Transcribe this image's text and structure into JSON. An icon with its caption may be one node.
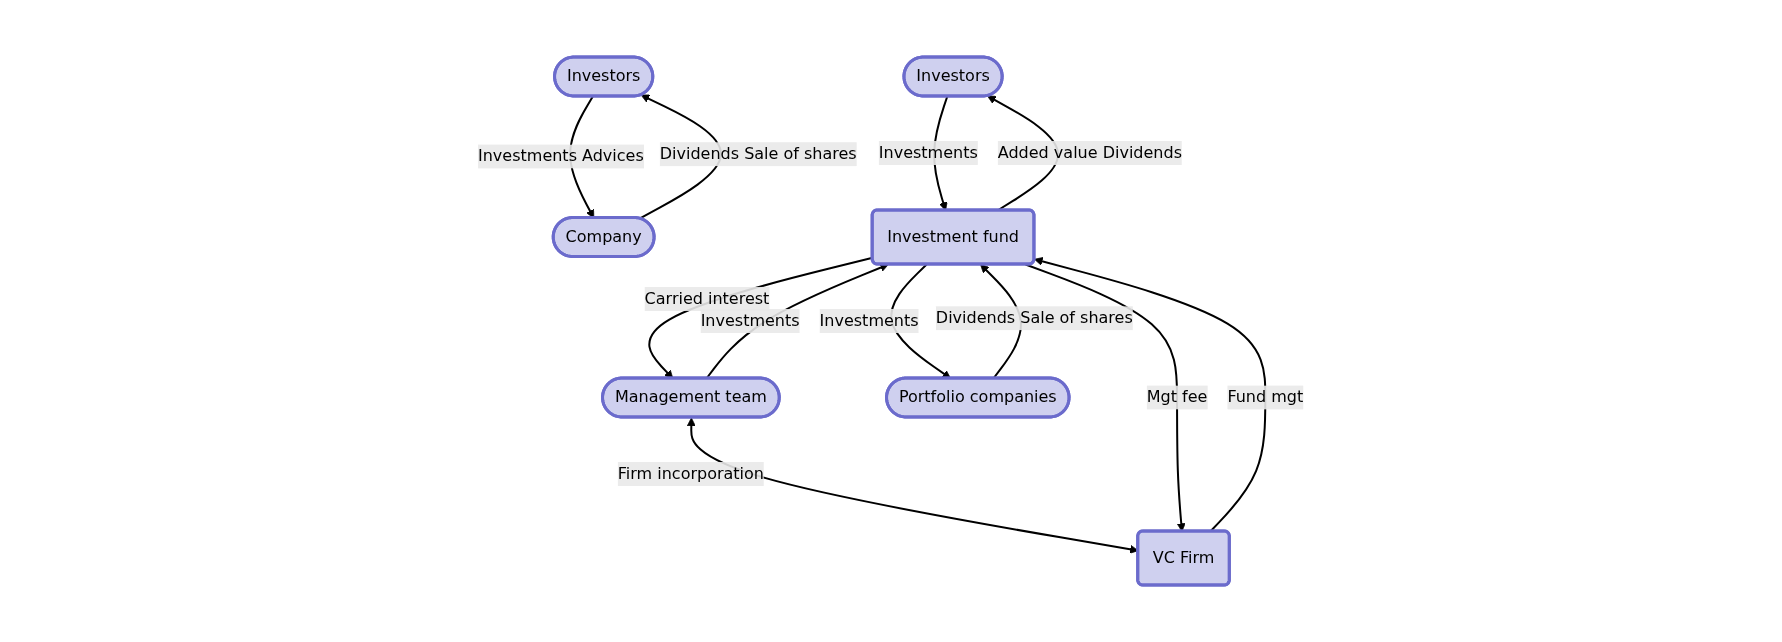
{
  "diagram": {
    "nodes": [
      {
        "text": [
          "Investors"
        ]
      },
      {
        "text": [
          "Company"
        ]
      },
      {
        "text": [
          "Investors"
        ]
      },
      {
        "text": [
          "Management team"
        ]
      },
      {
        "text": [
          "VC Firm"
        ]
      },
      {
        "text": [
          "Investment fund"
        ]
      },
      {
        "text": [
          "Portfolio companies"
        ]
      }
    ],
    "edges": [
      {
        "from": 1,
        "to": 0,
        "arrow": "to",
        "label": "Dividends Sale of shares"
      },
      {
        "from": 0,
        "to": 1,
        "arrow": "to",
        "label": "Investments Advices"
      },
      {
        "from": 5,
        "to": 2,
        "arrow": "to",
        "label": "Added value Dividends"
      },
      {
        "from": 2,
        "to": 5,
        "arrow": "to",
        "label": "Investments"
      },
      {
        "from": 5,
        "to": 3,
        "arrow": "to",
        "label": "Carried interest"
      },
      {
        "from": 3,
        "to": 5,
        "arrow": "to",
        "label": "Investments"
      },
      {
        "from": 3,
        "to": 4,
        "arrow": "both",
        "label": "Firm incorporation"
      },
      {
        "from": 5,
        "to": 4,
        "arrow": "to",
        "label": "Mgt fee"
      },
      {
        "from": 4,
        "to": 5,
        "arrow": "to",
        "label": "Fund mgt"
      },
      {
        "from": 6,
        "to": 5,
        "arrow": "to",
        "label": "Dividends Sale of shares"
      },
      {
        "from": 5,
        "to": 6,
        "arrow": "to",
        "label": "Investments"
      }
    ]
  }
}
